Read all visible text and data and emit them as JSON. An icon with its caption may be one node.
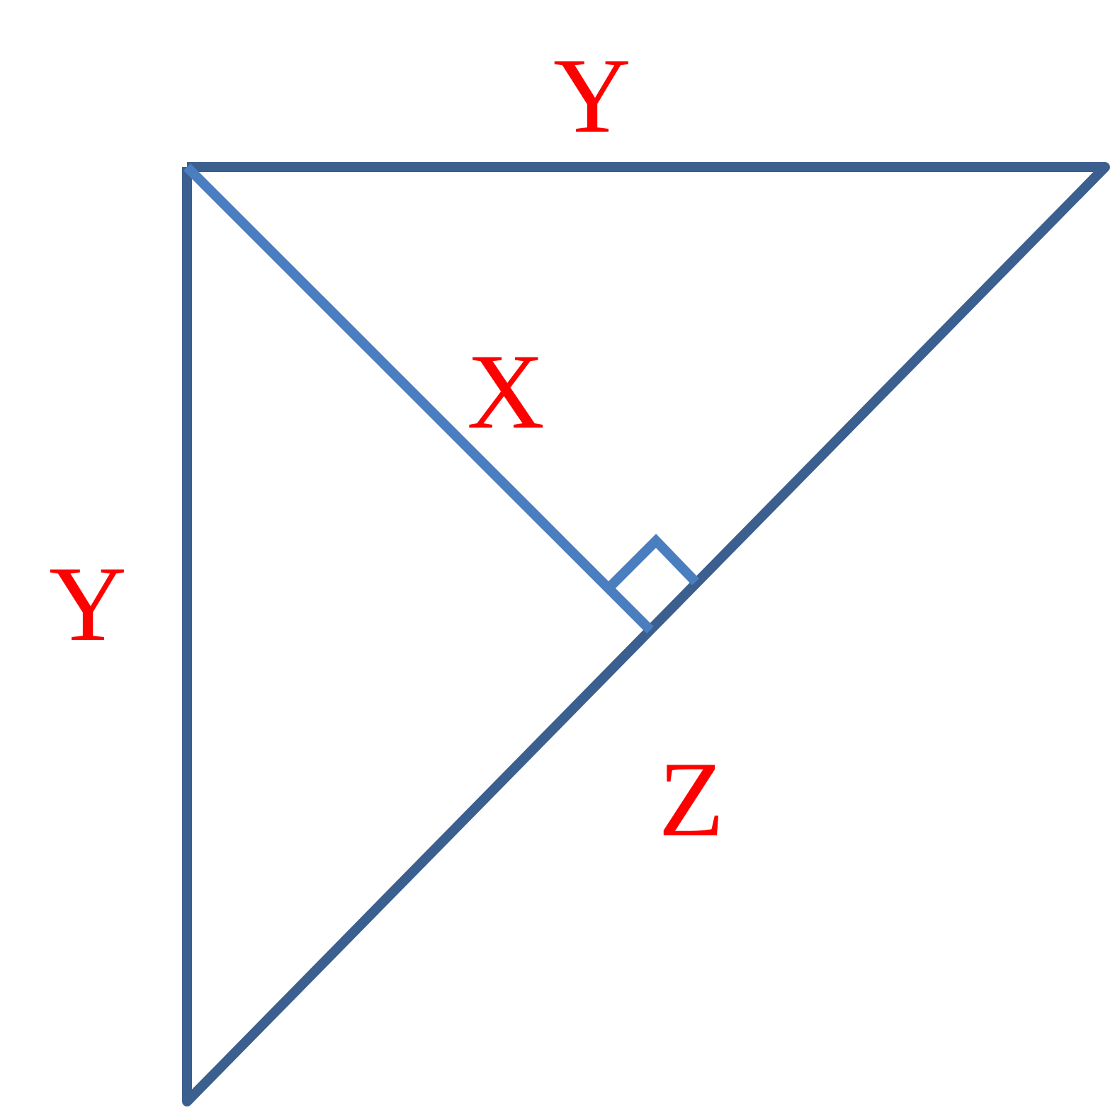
{
  "diagram": {
    "labels": [
      "Y",
      "X",
      "Y",
      "Z"
    ]
  }
}
